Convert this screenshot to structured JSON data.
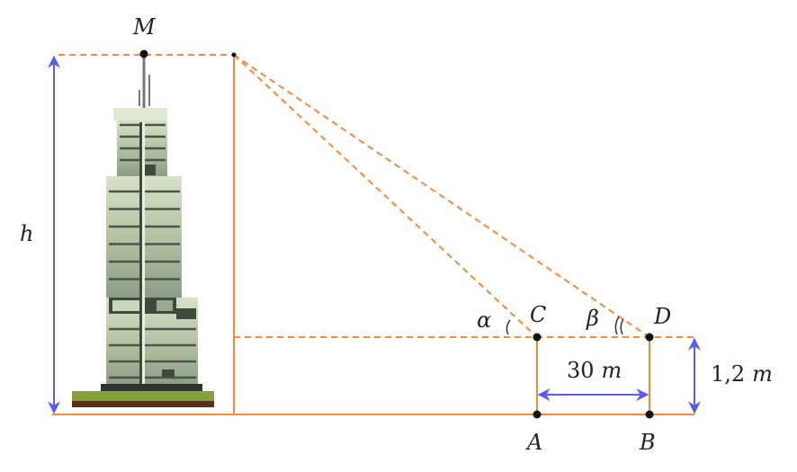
{
  "labels": {
    "height": "h",
    "top_point": "M",
    "alpha": "α",
    "beta": "β",
    "point_c": "C",
    "point_d": "D",
    "point_a": "A",
    "point_b": "B",
    "distance_value": "30",
    "distance_unit": "m",
    "eye_height_value": "1,2",
    "eye_height_unit": "m"
  },
  "colors": {
    "construction_line": "#f5883a",
    "measure_arrow": "#5a5af5",
    "point": "#111111"
  }
}
